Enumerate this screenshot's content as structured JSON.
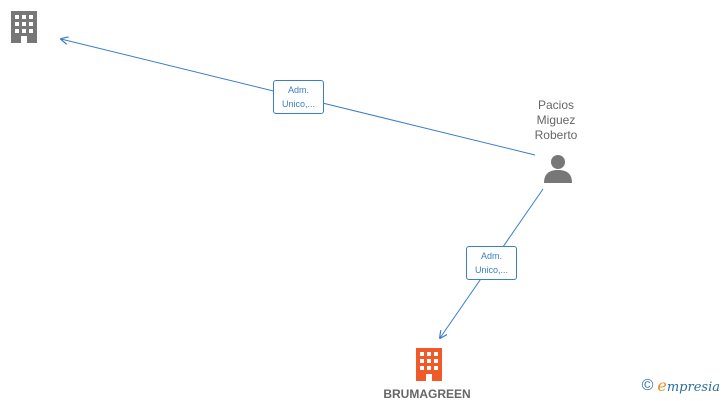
{
  "nodes": {
    "company_top": {
      "icon": "building-icon",
      "color": "#777777"
    },
    "person": {
      "name": "Pacios\nMiguez\nRoberto",
      "icon": "person-icon",
      "color": "#777777"
    },
    "company_main": {
      "name": "BRUMAGREEN",
      "icon": "building-icon",
      "color": "#f05a28"
    }
  },
  "edges": [
    {
      "from": "person",
      "to": "company_top",
      "label": "Adm.\nUnico,..."
    },
    {
      "from": "person",
      "to": "company_main",
      "label": "Adm.\nUnico,..."
    }
  ],
  "edge_color": "#3a7dc9",
  "brand": {
    "copyright": "©",
    "initial": "e",
    "rest": "mpresia"
  }
}
